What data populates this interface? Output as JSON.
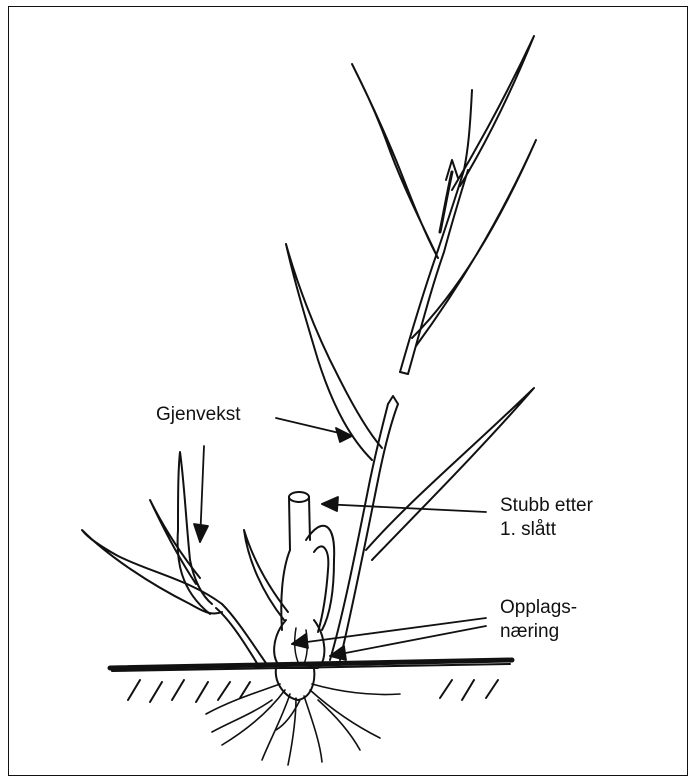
{
  "labels": {
    "regrowth": "Gjenvekst",
    "stubble_line1": "Stubb etter",
    "stubble_line2": "1. slått",
    "reserves_line1": "Opplags-",
    "reserves_line2": "næring"
  },
  "colors": {
    "ink": "#111111",
    "paper": "#ffffff"
  }
}
